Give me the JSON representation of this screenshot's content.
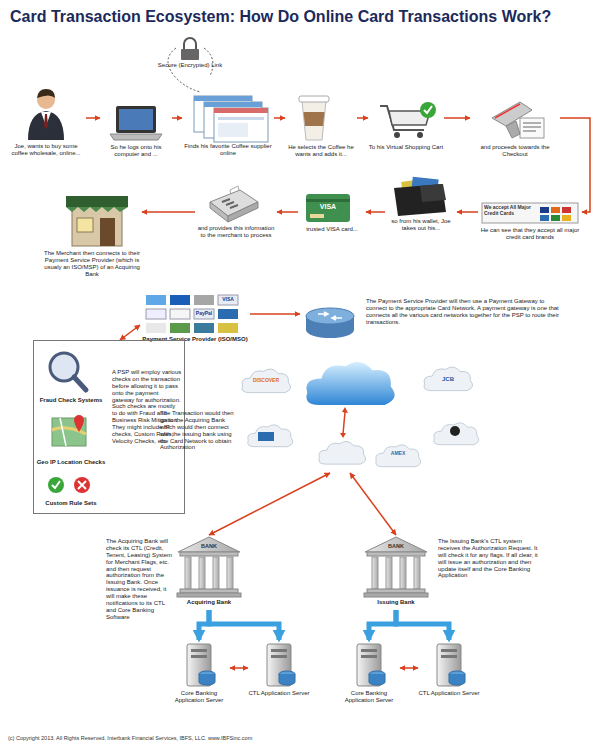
{
  "diagram": {
    "title": "Card Transaction Ecosystem: How Do Online Card Transactions Work?",
    "nodes": [
      {
        "text": [
          "Joe, wants to buy some coffee wholesale, online..."
        ]
      },
      {
        "text": [
          "So he logs onto his computer and ..."
        ]
      },
      {
        "text": [
          "Finds his favorite Coffee supplier online"
        ]
      },
      {
        "text": [
          "He selects the Coffee he wants and adds it..."
        ]
      },
      {
        "text": [
          "To his Virtual Shopping Cart"
        ]
      },
      {
        "text": [
          "and proceeds towards the Checkout"
        ]
      },
      {
        "text": [
          "He can see that they accept all major credit card brands",
          "We accept All Major Credit Cards"
        ]
      },
      {
        "text": [
          "so from his wallet, Joe takes out his..."
        ]
      },
      {
        "text": [
          "trusted VISA card..."
        ]
      },
      {
        "text": [
          "and provides this information to the merchant to process"
        ]
      },
      {
        "text": [
          "The Merchant then connects to their Payment Service Provider (which is usualy an ISO/MSP) of an Acquiring Bank"
        ]
      },
      {
        "text": [
          "Payment Service Provider (ISO/MSO)"
        ]
      },
      {
        "text": [
          "The Payment Service Provider will then use a Payment Gateway to connect to the appropriate Card Network. A payment gateway is one that connects all the various card networks together for the PSP to route their transactions."
        ]
      },
      {
        "text": [
          "A PSP will employ various checks on the transaction before allowing it to pass onto the payment gateway for authorization. Such checks are mostly to do with Fraud and Business Risk Mitigation. They might include IP checks, Custom Rules, Velocity Checks, etc."
        ]
      },
      {
        "text": [
          "Fraud Check Systems"
        ],
        "in": 13
      },
      {
        "text": [
          "Geo IP Location Checks"
        ],
        "in": 13
      },
      {
        "text": [
          "Custom Rule Sets"
        ],
        "in": 13
      },
      {
        "text": [
          "The Transaction would then go to the Acquiring Bank which would then connect with the issuing bank using the Card Network to obtain Authorization"
        ]
      },
      {
        "text": [
          "BANK",
          "Acquiring Bank"
        ]
      },
      {
        "text": [
          "BANK",
          "Issuing Bank"
        ]
      },
      {
        "text": [
          "Core Banking Application Server"
        ]
      },
      {
        "text": [
          "CTL Application Server"
        ]
      },
      {
        "text": [
          "Core Banking Application Server"
        ]
      },
      {
        "text": [
          "CTL Application Server"
        ]
      }
    ],
    "edges": [
      {
        "from": 0,
        "to": 1,
        "arrow": "to"
      },
      {
        "from": 1,
        "to": 2,
        "arrow": "to"
      },
      {
        "from": 2,
        "to": 3,
        "arrow": "to"
      },
      {
        "from": 3,
        "to": 4,
        "arrow": "to"
      },
      {
        "from": 4,
        "to": 5,
        "arrow": "to"
      },
      {
        "from": 5,
        "to": 6,
        "arrow": "to"
      },
      {
        "from": 6,
        "to": 7,
        "arrow": "to"
      },
      {
        "from": 7,
        "to": 8,
        "arrow": "to"
      },
      {
        "from": 8,
        "to": 9,
        "arrow": "to"
      },
      {
        "from": 9,
        "to": 10,
        "arrow": "to"
      },
      {
        "from": 11,
        "to": 12,
        "arrow": "to"
      },
      {
        "from": 11,
        "to": 13,
        "arrow": "both"
      },
      {
        "from": 17,
        "to": 18,
        "arrow": "both"
      },
      {
        "from": 17,
        "to": 19,
        "arrow": "both"
      },
      {
        "from": 18,
        "to": 20,
        "arrow": "to"
      },
      {
        "from": 18,
        "to": 21,
        "arrow": "to"
      },
      {
        "from": 19,
        "to": 22,
        "arrow": "to"
      },
      {
        "from": 19,
        "to": 23,
        "arrow": "to"
      },
      {
        "from": 20,
        "to": 21,
        "arrow": "both"
      },
      {
        "from": 22,
        "to": 23,
        "arrow": "both"
      }
    ],
    "labels": [
      "Secure (Encrypted) Link",
      "The Acquiring Bank will check its CTL (Credit, Tenent, Leasing) System for Merchant Flags, etc. and then request authorization from the Issuing Bank. Once issuance is received, it will make these notifications to its CTL and Core Banking Software",
      "The Issuing Bank's CTL system receives the Authorization Request. It will check it for any flags. If all clear, it will issue an authorization and then update itself and the Core Banking Application",
      "(c) Copyright 2013. All Rights Reserved. Interbank Financial Services, IBFS, LLC. www.IBFSinc.com",
      "DISCOVER",
      "JCB",
      "AMEX",
      "VISA",
      "PayPal",
      "VISA"
    ]
  }
}
